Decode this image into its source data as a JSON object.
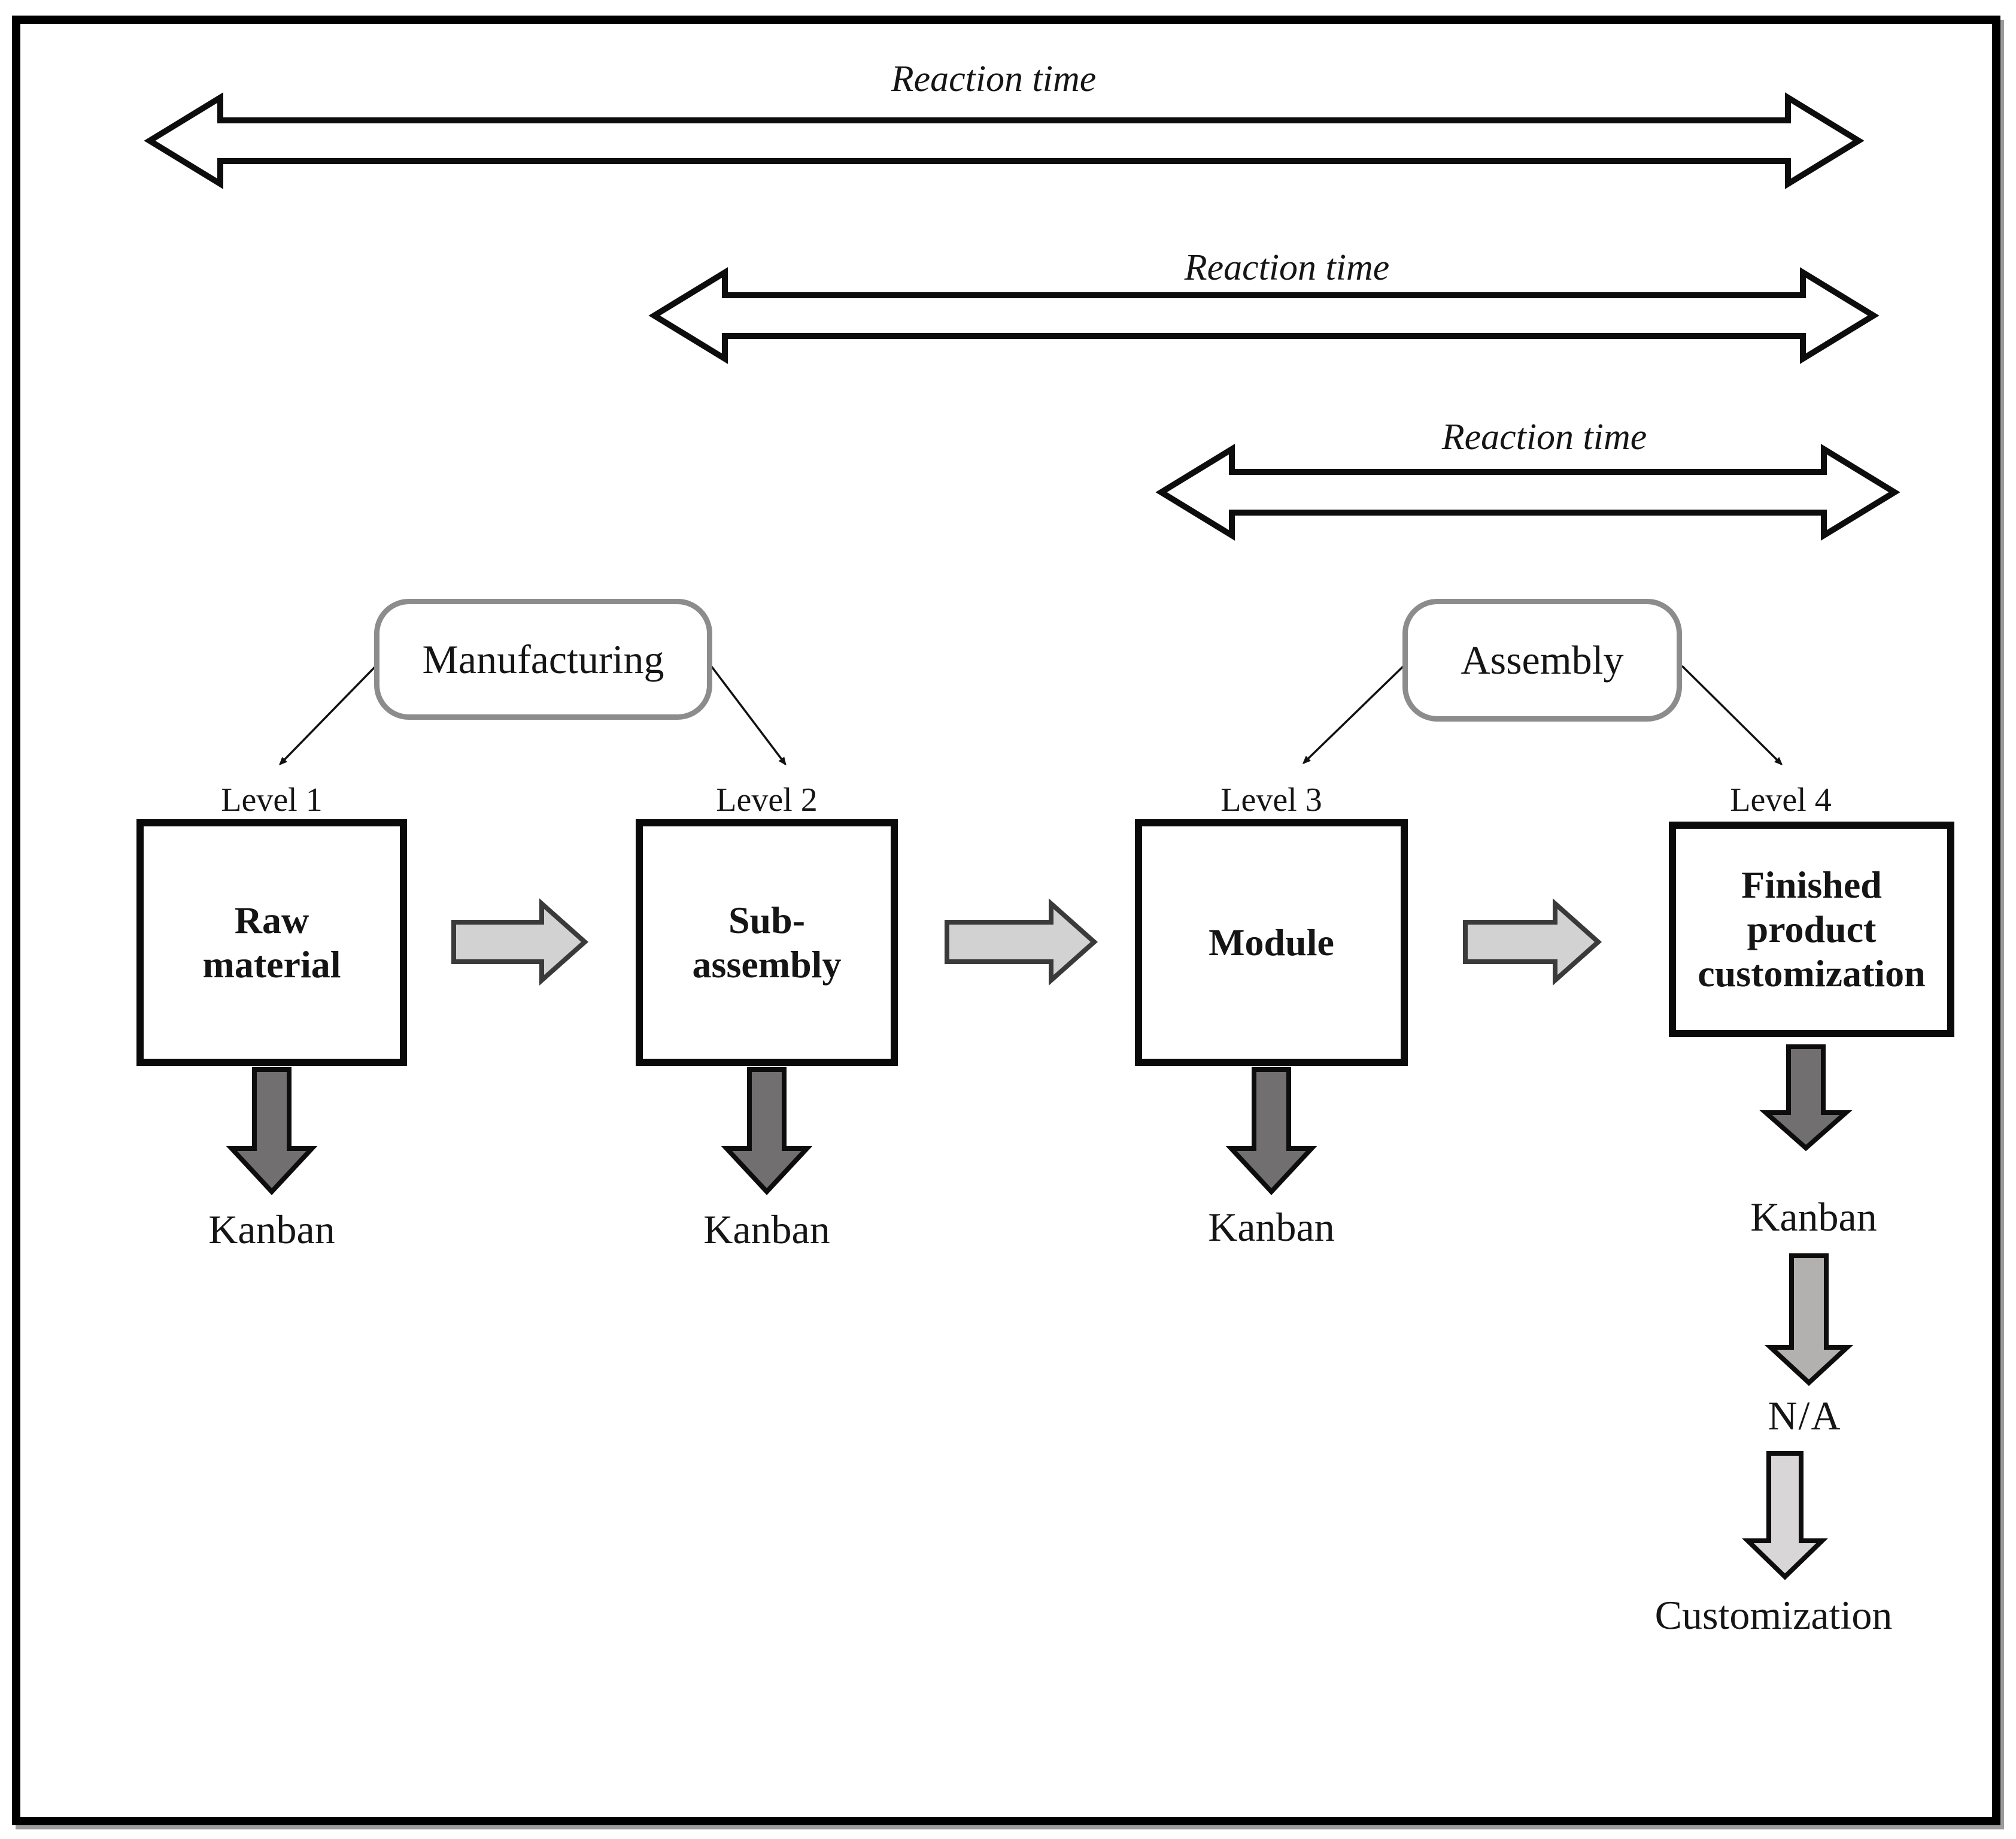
{
  "reaction_arrows": [
    {
      "label": "Reaction time"
    },
    {
      "label": "Reaction time"
    },
    {
      "label": "Reaction time"
    }
  ],
  "groups": [
    {
      "label": "Manufacturing"
    },
    {
      "label": "Assembly"
    }
  ],
  "levels": [
    {
      "level": "Level 1",
      "box_lines": [
        "Raw",
        "material"
      ],
      "kanban": "Kanban"
    },
    {
      "level": "Level 2",
      "box_lines": [
        "Sub-",
        "assembly"
      ],
      "kanban": "Kanban"
    },
    {
      "level": "Level 3",
      "box_lines": [
        "Module"
      ],
      "kanban": "Kanban"
    },
    {
      "level": "Level 4",
      "box_lines": [
        "Finished",
        "product",
        "customization"
      ],
      "kanban": "Kanban"
    }
  ],
  "post_chain": {
    "na": "N/A",
    "customization": "Customization"
  },
  "colors": {
    "outline": "#0d0d0d",
    "reaction_arrow_fill": "#ffffff",
    "flow_arrow_fill": "#d2d2d2",
    "flow_arrow_stroke": "#3a3a3a",
    "kanban_arrow_fill": "#716f6f",
    "na_arrow_fill": "#b3b0b0",
    "customization_arrow_fill": "#d8d6d6",
    "group_border": "#8c8c8c"
  }
}
